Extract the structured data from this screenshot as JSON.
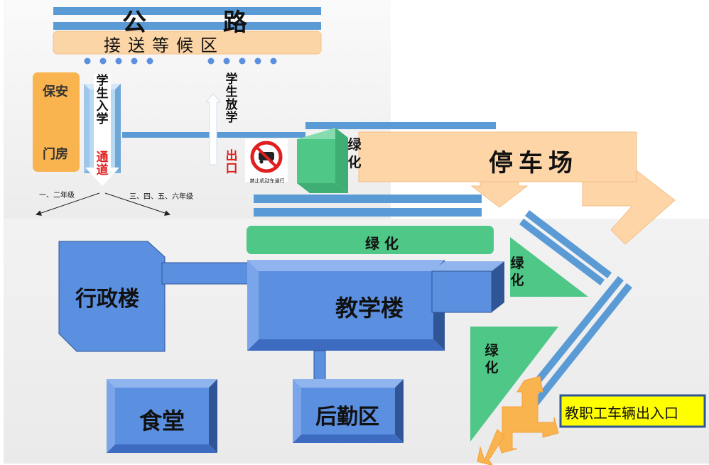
{
  "road": {
    "title": "公 路",
    "waiting_zone": "接送等候区"
  },
  "guard": {
    "line1": "保安",
    "line2": "门房"
  },
  "entry": {
    "label": "学生入学",
    "channel": "通道"
  },
  "exit": {
    "label": "学生放学",
    "exit_word": "出口",
    "no_vehicle_text": "禁止机动车通行"
  },
  "grades": {
    "left": "一、二年级",
    "right": "三、四、五、六年级"
  },
  "parking": {
    "label": "停车场"
  },
  "greenery": {
    "top": "绿化",
    "band": "绿 化",
    "right_upper": "绿化",
    "right_lower": "绿化"
  },
  "buildings": {
    "admin": "行政楼",
    "teaching": "教学楼",
    "canteen": "食堂",
    "logistics": "后勤区"
  },
  "staff_gate": {
    "label": "教职工车辆出入口"
  },
  "colors": {
    "road_stripe": "#5b9bd5",
    "waiting_zone": "#fbd5a6",
    "guard_house": "#f9b34f",
    "building": "#5b8fe0",
    "building_edge": "#2f5597",
    "greenery": "#4fc787",
    "parking": "#fdd5a6",
    "exit_red": "#e02020",
    "staff_label_bg": "#ffff00"
  }
}
